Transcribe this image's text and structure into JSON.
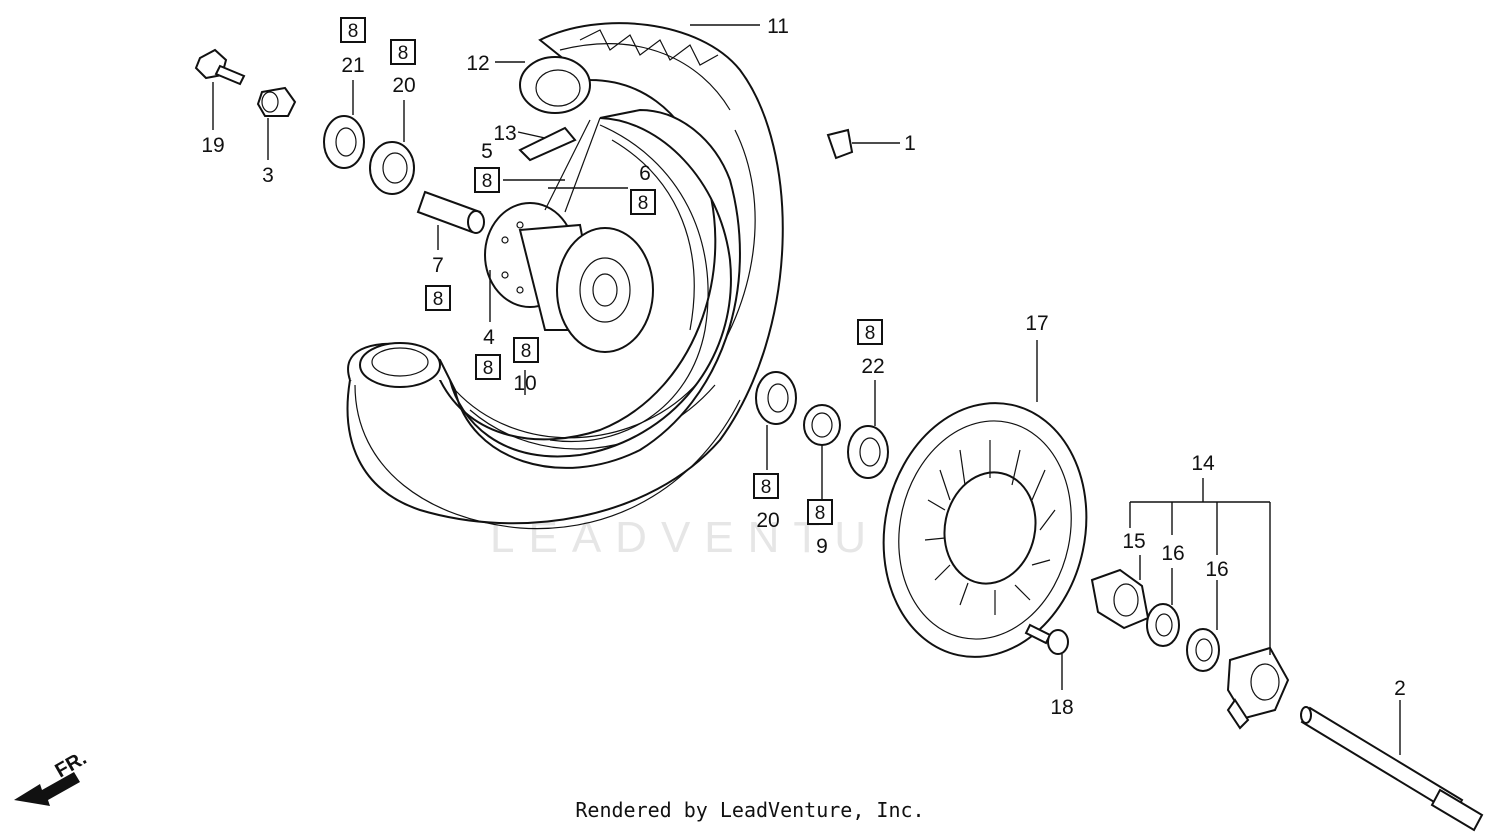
{
  "watermark": "LEADVENTURE",
  "footer": "Rendered by LeadVenture, Inc.",
  "direction_label": "FR.",
  "qty_marker": "8",
  "callouts": [
    {
      "id": "c1",
      "text": "1"
    },
    {
      "id": "c2",
      "text": "2"
    },
    {
      "id": "c3",
      "text": "3"
    },
    {
      "id": "c4",
      "text": "4"
    },
    {
      "id": "c5",
      "text": "5"
    },
    {
      "id": "c6",
      "text": "6"
    },
    {
      "id": "c7",
      "text": "7"
    },
    {
      "id": "c9",
      "text": "9"
    },
    {
      "id": "c10",
      "text": "10"
    },
    {
      "id": "c11",
      "text": "11"
    },
    {
      "id": "c12",
      "text": "12"
    },
    {
      "id": "c13",
      "text": "13"
    },
    {
      "id": "c14",
      "text": "14"
    },
    {
      "id": "c15",
      "text": "15"
    },
    {
      "id": "c16a",
      "text": "16"
    },
    {
      "id": "c16b",
      "text": "16"
    },
    {
      "id": "c17",
      "text": "17"
    },
    {
      "id": "c18",
      "text": "18"
    },
    {
      "id": "c19",
      "text": "19"
    },
    {
      "id": "c20a",
      "text": "20"
    },
    {
      "id": "c20b",
      "text": "20"
    },
    {
      "id": "c21",
      "text": "21"
    },
    {
      "id": "c22",
      "text": "22"
    }
  ],
  "colors": {
    "ink": "#111111",
    "paper": "#ffffff",
    "watermark": "#e6e6e6"
  }
}
